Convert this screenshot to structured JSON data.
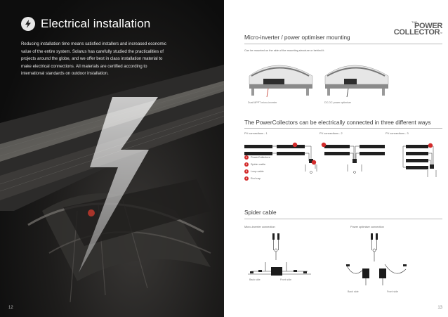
{
  "left_page": {
    "title": "Electrical installation",
    "intro": "Reducing installation time means satisfied installers and increased economic value of the entire system. Solarus has carefully studied the practicalities of projects around the globe, and we offer best in class installation material to make electrical connections. All materials are certified according to international standards on outdoor installation.",
    "page_number": "12",
    "icon": "lightning-bolt-icon"
  },
  "right_page": {
    "logo": {
      "small": "THE",
      "line1": "POWER",
      "line2": "COLLECTOR",
      "trademark": "™"
    },
    "mounting": {
      "heading": "Micro-inverter / power optimiser mounting",
      "subtitle": "Can be mounted on the side of the mounting structure or behind it.",
      "captions": [
        "Dual MPPT micro-inverter",
        "DC-DC power optimiser"
      ]
    },
    "connections": {
      "heading": "The PowerCollectors can be electrically connected in three different ways",
      "labels": [
        "PV connections - 1",
        "PV connections - 2",
        "PV connections - 3"
      ],
      "legend": [
        {
          "num": "1",
          "label": "PowerCollectors"
        },
        {
          "num": "2",
          "label": "Spider cable"
        },
        {
          "num": "3",
          "label": "Loop cable"
        },
        {
          "num": "4",
          "label": "End cap"
        }
      ]
    },
    "spider": {
      "heading": "Spider cable",
      "micro_label": "Micro-inverter connection",
      "optimiser_label": "Power optimiser connection",
      "back_side": "Back side",
      "front_side": "Front side"
    },
    "page_number": "13",
    "accent": "#d32b2b"
  }
}
